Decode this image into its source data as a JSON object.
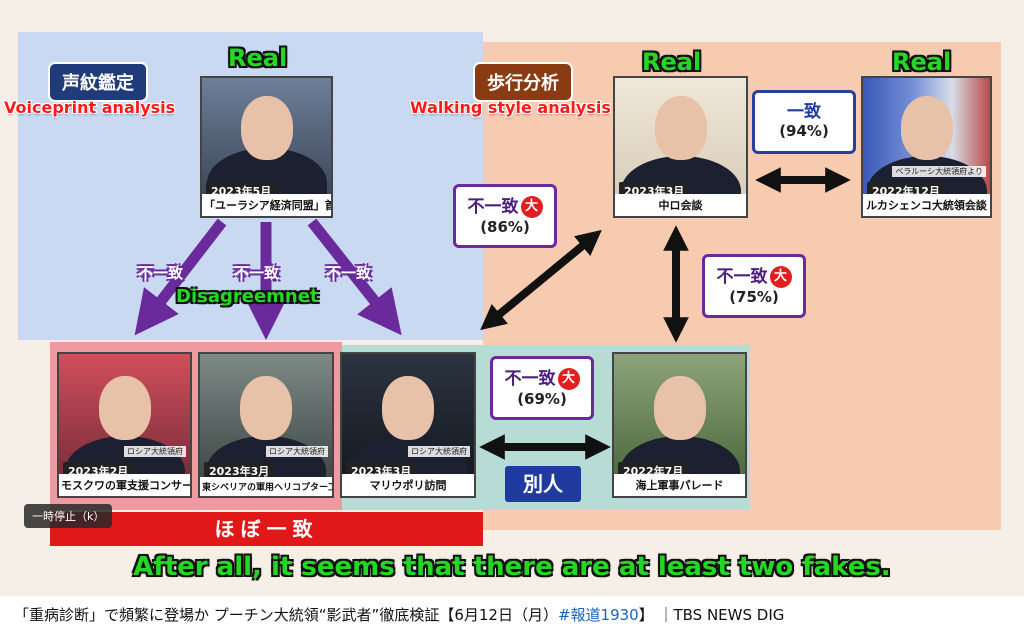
{
  "labels": {
    "voiceprint_jp": "声紋鑑定",
    "walking_jp": "歩行分析",
    "voiceprint_en": "Voiceprint analysis",
    "walking_en": "Walking style analysis",
    "real": "Real",
    "disagreement_en": "Disagreemnet",
    "mismatch": "不一致",
    "big": "大",
    "match": "一致",
    "different_person": "別人",
    "almost_match": "ほぼ一致",
    "pause_hint": "一時停止（k）",
    "subtitle": "After all, it seems that there are at least two fakes.",
    "credit_russia": "ロシア大統領府",
    "credit_belarus": "ベラルーシ大統領府より"
  },
  "photos": {
    "eurasian": {
      "date": "2023年5月",
      "caption": "「ユーラシア経済同盟」首脳会議"
    },
    "china": {
      "date": "2023年3月",
      "caption": "中ロ会談"
    },
    "lukashenko": {
      "date": "2022年12月",
      "caption": "ルカシェンコ大統領会談"
    },
    "moscow": {
      "date": "2023年2月",
      "caption": "モスクワの軍支援コンサート"
    },
    "siberia": {
      "date": "2023年3月",
      "caption": "東シベリアの軍用ヘリコプター工場視察"
    },
    "mariupol": {
      "date": "2023年3月",
      "caption": "マリウポリ訪問"
    },
    "parade": {
      "date": "2022年7月",
      "caption": "海上軍事パレード"
    }
  },
  "comparisons": {
    "match_pct": "(94%)",
    "mismatch_86": "(86%)",
    "mismatch_75": "(75%)",
    "mismatch_69": "(69%)"
  },
  "video": {
    "title_main": "「重病診断」で頻繁に登場か プーチン大統領“影武者”徹底検証【6月12日（月）",
    "title_hash": "#報道1930",
    "title_end": "】 ｜TBS NEWS DIG"
  },
  "colors": {
    "purple": "#6a2a9c",
    "red": "#e01818",
    "blue": "#1f3ba0",
    "green_overlay": "#23d723"
  }
}
